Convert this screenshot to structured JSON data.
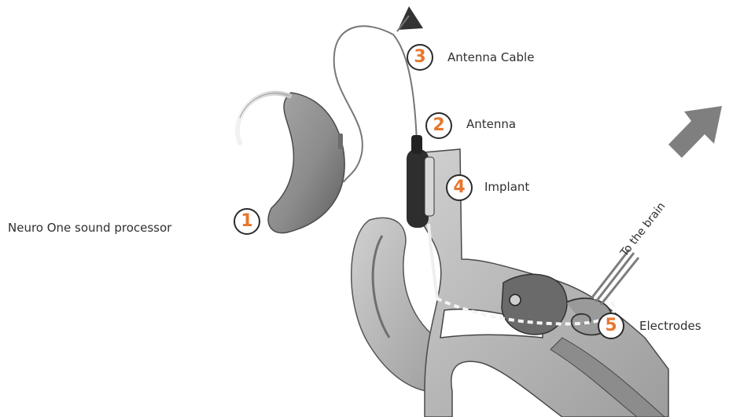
{
  "colors": {
    "accent": "#e8772e",
    "ink": "#2f2f2f",
    "tissue": "#b9b9b9",
    "tissue_dark": "#7d7d7d",
    "device": "#8e8e8e",
    "device_dark": "#5a5a5a"
  },
  "callouts": [
    {
      "number": "1",
      "label": "Neuro One sound processor"
    },
    {
      "number": "2",
      "label": "Antenna"
    },
    {
      "number": "3",
      "label": "Antenna Cable"
    },
    {
      "number": "4",
      "label": "Implant"
    },
    {
      "number": "5",
      "label": "Electrodes"
    }
  ],
  "brain_label": "To the brain",
  "icons": {
    "processor": "hearing-aid-icon",
    "cable_arrow": "arrow-up-icon",
    "brain_arrow": "thick-arrow-icon"
  }
}
